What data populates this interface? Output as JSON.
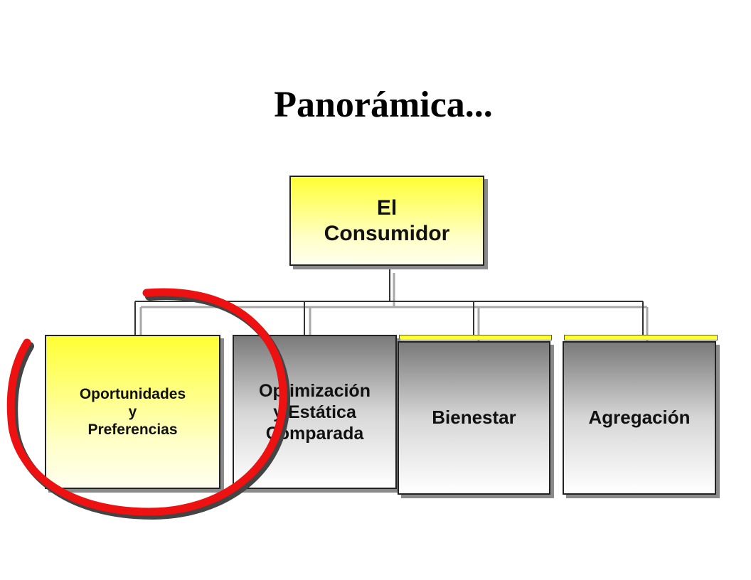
{
  "title": "Panorámica...",
  "diagram": {
    "root": {
      "label": "El\nConsumidor"
    },
    "children": [
      {
        "label": "Oportunidades\ny\nPreferencias"
      },
      {
        "label": "Optimización\ny Estática\nComparada"
      },
      {
        "label": "Bienestar"
      },
      {
        "label": "Agregación"
      }
    ]
  },
  "colors": {
    "box_yellow": "#ffff33",
    "box_grey": "#7a7a7a",
    "highlight_circle": "#ee1111"
  }
}
